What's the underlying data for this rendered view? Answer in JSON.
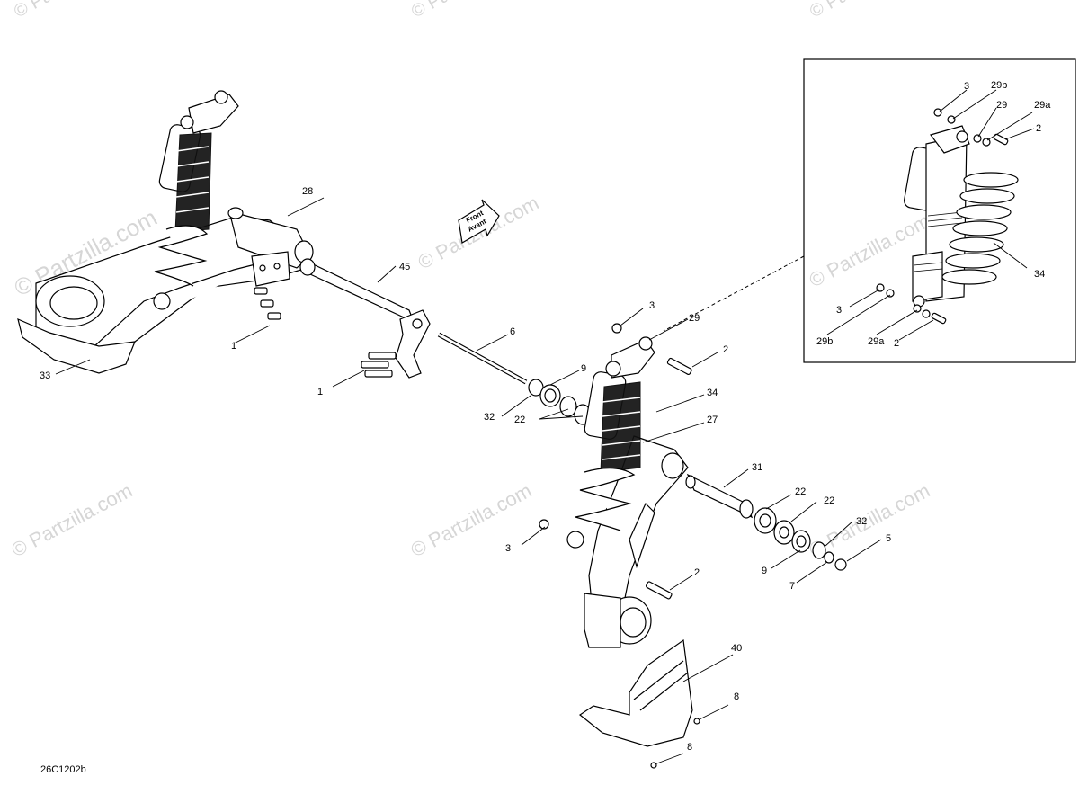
{
  "diagram": {
    "code": "26C1202b",
    "front_arrow": [
      "Front",
      "Avant"
    ],
    "watermark_text": "© Partzilla.com",
    "callouts": [
      "1",
      "1",
      "2",
      "2",
      "2",
      "3",
      "3",
      "3",
      "5",
      "6",
      "7",
      "8",
      "8",
      "9",
      "9",
      "22",
      "22",
      "22",
      "27",
      "28",
      "29",
      "29",
      "29a",
      "29a",
      "29b",
      "29b",
      "31",
      "32",
      "32",
      "33",
      "34",
      "34",
      "40",
      "45"
    ]
  }
}
